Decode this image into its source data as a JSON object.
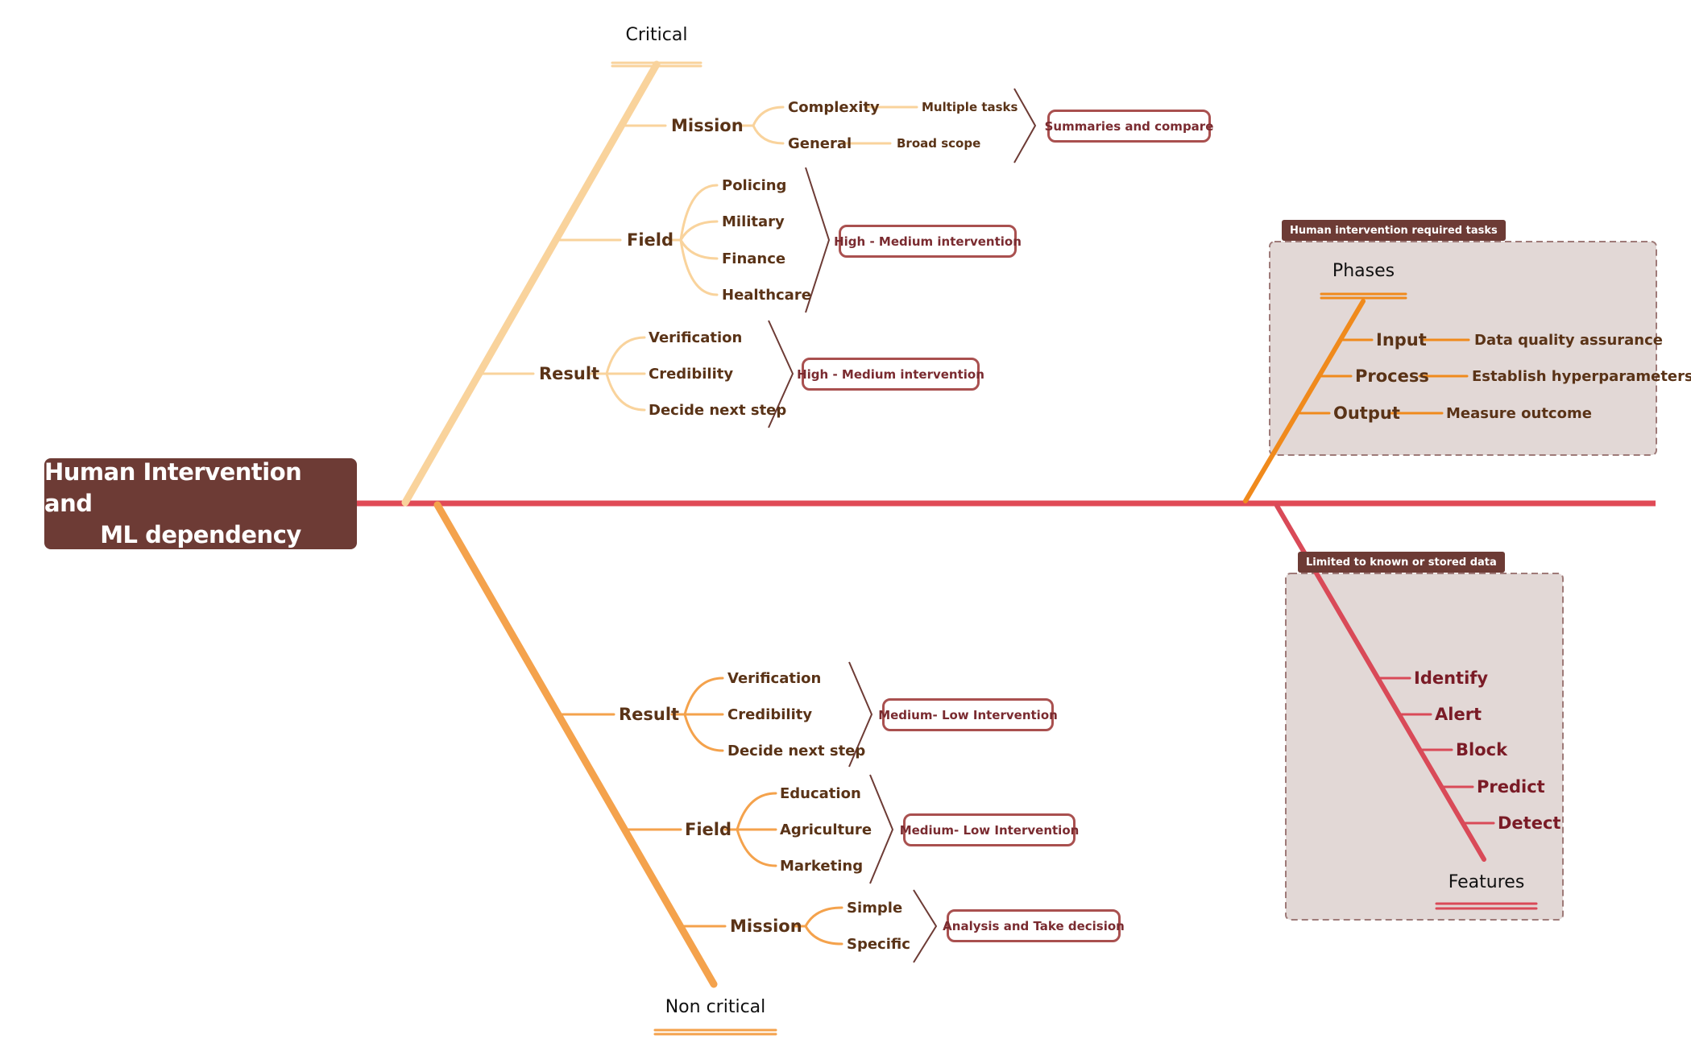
{
  "root": {
    "line1": "Human Intervention and",
    "line2": "ML dependency"
  },
  "top_branch": {
    "title": "Critical",
    "mission": {
      "label": "Mission",
      "items": [
        "Complexity",
        "General"
      ],
      "details": [
        "Multiple tasks",
        "Broad scope"
      ],
      "summary": "Summaries and compare"
    },
    "field": {
      "label": "Field",
      "items": [
        "Policing",
        "Military",
        "Finance",
        "Healthcare"
      ],
      "summary": "High - Medium intervention"
    },
    "result": {
      "label": "Result",
      "items": [
        "Verification",
        "Credibility",
        "Decide next step"
      ],
      "summary": "High - Medium intervention"
    }
  },
  "bottom_branch": {
    "title": "Non critical",
    "result": {
      "label": "Result",
      "items": [
        "Verification",
        "Credibility",
        "Decide next step"
      ],
      "summary": "Medium- Low Intervention"
    },
    "field": {
      "label": "Field",
      "items": [
        "Education",
        "Agriculture",
        "Marketing"
      ],
      "summary": "Medium- Low Intervention"
    },
    "mission": {
      "label": "Mission",
      "items": [
        "Simple",
        "Specific"
      ],
      "summary": "Analysis and Take decision"
    }
  },
  "phases": {
    "tag": "Human intervention required tasks",
    "title": "Phases",
    "items": [
      "Input",
      "Process",
      "Output"
    ],
    "details": [
      "Data quality assurance",
      "Establish hyperparameters",
      "Measure outcome"
    ]
  },
  "features": {
    "tag": "Limited to known or stored data",
    "title": "Features",
    "items": [
      "Identify",
      "Alert",
      "Block",
      "Predict",
      "Detect"
    ]
  },
  "colors": {
    "spine": "#e04a56",
    "top_branch": "#f9d39c",
    "bottom_branch": "#f4a24c",
    "phases_branch": "#f08a1c",
    "features_branch": "#d94a58",
    "root_fill": "#6d3b35",
    "pill_border": "#a9504f"
  }
}
